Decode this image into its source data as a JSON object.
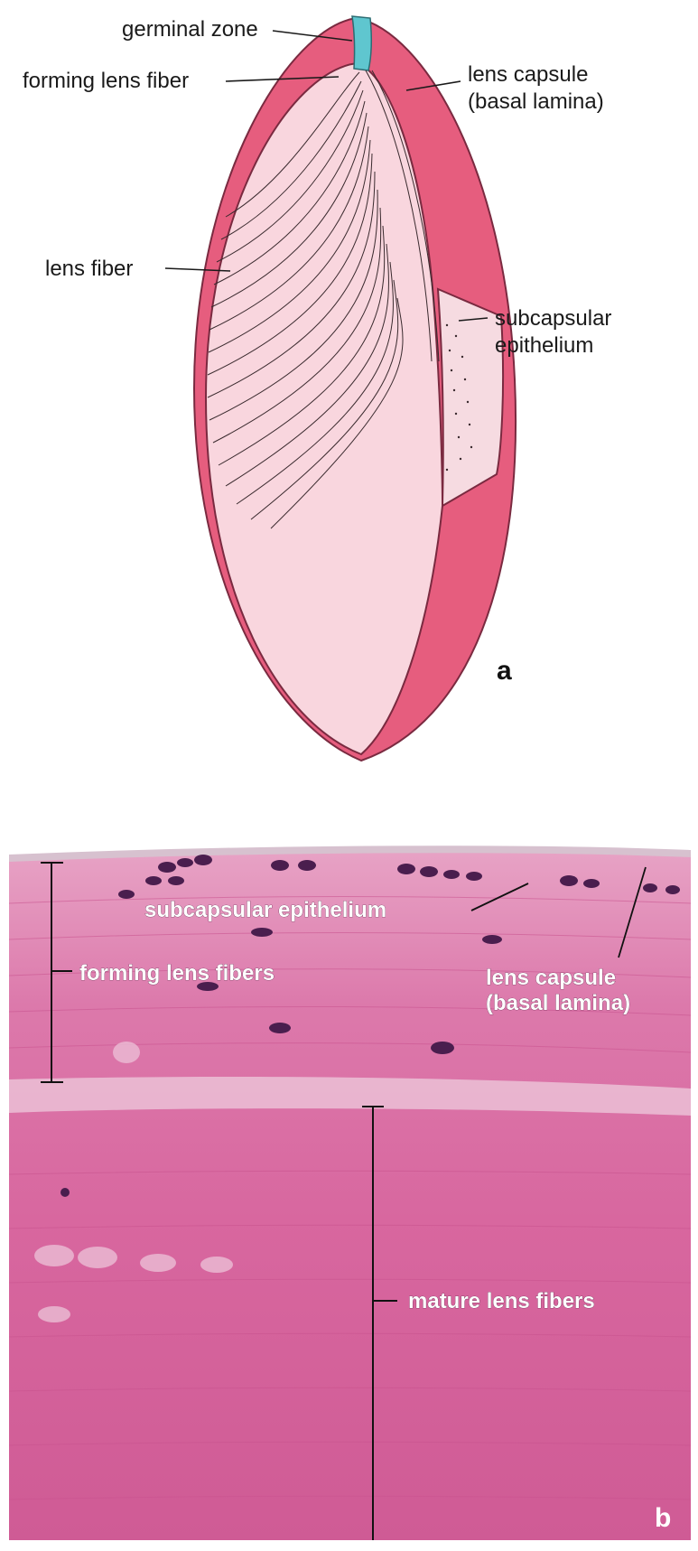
{
  "panel_a": {
    "letter": "a",
    "labels": {
      "germinal_zone": "germinal zone",
      "forming_lens_fiber": "forming lens fiber",
      "lens_capsule_line1": "lens capsule",
      "lens_capsule_line2": "(basal lamina)",
      "lens_fiber": "lens fiber",
      "subcapsular_line1": "subcapsular",
      "subcapsular_line2": "epithelium"
    },
    "colors": {
      "capsule": "#e65d7e",
      "capsule_outline": "#7a2a40",
      "germinal_zone": "#5fc6cf",
      "lens_body": "#f9d6de",
      "epithelium": "#f6dbe1",
      "fiber_lines": "#3a2a2e"
    }
  },
  "panel_b": {
    "letter": "b",
    "labels": {
      "subcapsular_epithelium": "subcapsular epithelium",
      "forming_lens_fibers": "forming lens fibers",
      "lens_capsule_line1": "lens capsule",
      "lens_capsule_line2": "(basal lamina)",
      "mature_lens_fibers": "mature lens fibers"
    },
    "colors": {
      "tissue": "#d9679f",
      "tissue_dark": "#c94f8c",
      "tissue_light": "#e59bc0",
      "nuclei": "#4a1e4e",
      "capsule_band": "#f2e6ee"
    }
  }
}
